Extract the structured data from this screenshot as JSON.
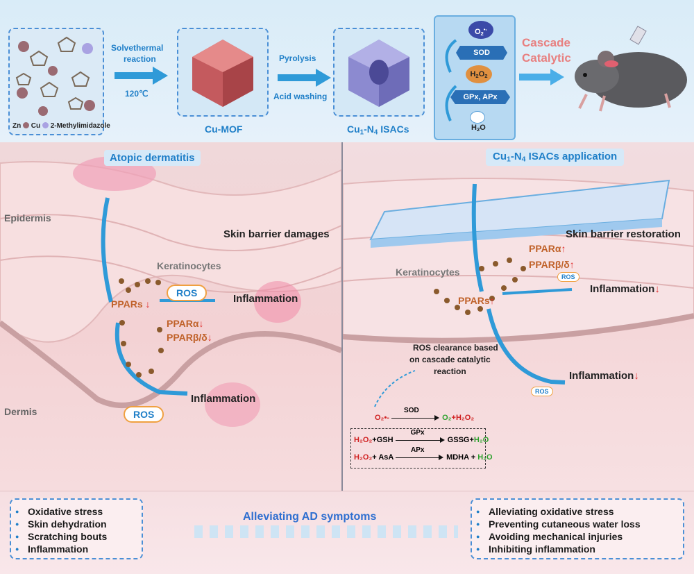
{
  "synthesis": {
    "legend_zn": "Zn",
    "legend_cu": "Cu",
    "legend_ligand": "2-Methylimidazole",
    "step1_top": "Solvethermal",
    "step1_mid": "reaction",
    "step1_temp": "120℃",
    "mof_label": "Cu-MOF",
    "step2_top": "Pyrolysis",
    "step2_bottom": "Acid washing",
    "isac_label_a": "Cu",
    "isac_label_sub1": "1",
    "isac_label_b": "-N",
    "isac_label_sub2": "4",
    "isac_label_c": " ISACs",
    "cascade_title_1": "Cascade",
    "cascade_title_2": "Catalytic"
  },
  "cascade_box": {
    "o2": "O",
    "o2_sub": "2",
    "o2_sup": "•-",
    "enzyme1": "SOD",
    "h2o2_a": "H",
    "h2o2_sub1": "2",
    "h2o2_b": "O",
    "h2o2_sub2": "2",
    "enzyme2": "GPx, APx",
    "h2o_a": "H",
    "h2o_sub": "2",
    "h2o_b": "O"
  },
  "left_panel": {
    "title": "Atopic dermatitis",
    "epidermis": "Epidermis",
    "dermis": "Dermis",
    "barrier": "Skin barrier damages",
    "keratinocytes": "Keratinocytes",
    "ppars": "PPARs",
    "ppar_alpha": "PPARα",
    "ppar_beta": "PPARβ/δ",
    "ros1": "ROS",
    "ros2": "ROS",
    "inflammation1": "Inflammation",
    "inflammation2": "Inflammation",
    "arrow": "↓"
  },
  "right_panel": {
    "title_a": "Cu",
    "title_sub1": "1",
    "title_b": "-N",
    "title_sub2": "4",
    "title_c": " ISACs application",
    "barrier": "Skin barrier restoration",
    "keratinocytes": "Keratinocytes",
    "ppars": "PPARs",
    "ppar_alpha": "PPARα",
    "ppar_beta": "PPARβ/δ",
    "ros_small1": "ROS",
    "ros_small2": "ROS",
    "inflammation1": "Inflammation",
    "inflammation2": "Inflammation",
    "ros_clear_1": "ROS clearance based",
    "ros_clear_2": "on cascade catalytic",
    "ros_clear_3": "reaction",
    "arrow_up": "↑",
    "arrow_down": "↓"
  },
  "reactions": {
    "r1_left": "O₂•-",
    "r1_enzyme": "SOD",
    "r1_right_a": "O₂",
    "r1_right_b": "+H₂O₂",
    "r2_left_a": "H₂O₂",
    "r2_left_b": "+GSH",
    "r2_enzyme": "GPx",
    "r2_right_a": "GSSG+",
    "r2_right_b": "H₂O",
    "r3_left_a": "H₂O₂",
    "r3_left_b": "+ AsA",
    "r3_enzyme": "APx",
    "r3_right_a": "MDHA + ",
    "r3_right_b": "H₂O"
  },
  "bottom": {
    "center_label": "Alleviating AD symptoms",
    "left_items": [
      "Oxidative stress",
      "Skin dehydration",
      "Scratching bouts",
      "Inflammation"
    ],
    "right_items": [
      "Alleviating oxidative stress",
      "Preventing cutaneous water loss",
      "Avoiding mechanical injuries",
      "Inhibiting inflammation"
    ]
  },
  "colors": {
    "accent_blue": "#1f7fc8",
    "ppar_orange": "#c0622a",
    "down_red": "#e03030",
    "skin_pink": "#f0c8c8"
  }
}
